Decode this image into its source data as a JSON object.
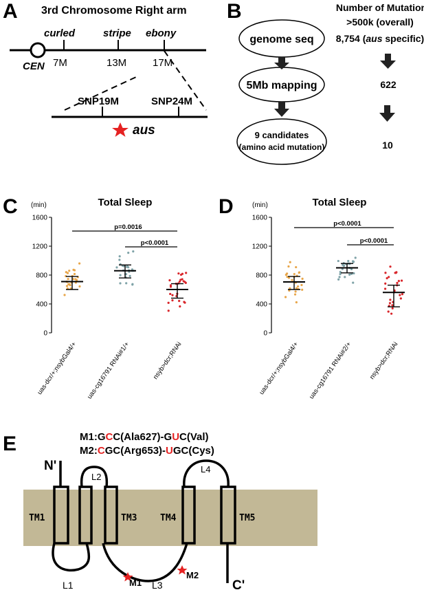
{
  "panelA": {
    "letter": "A",
    "title": "3rd Chromosome Right arm",
    "cen_label": "CEN",
    "genes": [
      {
        "name": "curled",
        "pos": "7M"
      },
      {
        "name": "stripe",
        "pos": "13M"
      },
      {
        "name": "ebony",
        "pos": "17M"
      }
    ],
    "snps": [
      "SNP19M",
      "SNP24M"
    ],
    "gene_label": "aus"
  },
  "panelB": {
    "letter": "B",
    "header": "Number of Mutation",
    "steps": [
      "genome seq",
      "5Mb mapping",
      "9 candidates"
    ],
    "step3_sub": "(amino acid mutation)",
    "count1": ">500k (overall)",
    "count1b_pre": "8,754 (",
    "count1b_it": "aus",
    "count1b_post": " specific)",
    "count2": "622",
    "count3": "10"
  },
  "chart_data": [
    {
      "panel": "C",
      "type": "scatter",
      "title": "Total Sleep",
      "ylabel": "(min)",
      "ylim": [
        0,
        1600
      ],
      "yticks": [
        "0",
        "400",
        "800",
        "1200",
        "1600"
      ],
      "categories": [
        "uas-dcr/+;nsybGal4/+",
        "uas-cg16791 RNAi#1/+",
        "nsyb>dcr;RNAi"
      ],
      "means": [
        710,
        860,
        600
      ],
      "sd_low": [
        600,
        760,
        480
      ],
      "sd_high": [
        780,
        940,
        680
      ],
      "colors": [
        "#e8a64a",
        "#7fa3a8",
        "#d9262b"
      ],
      "p_values": [
        "p=0.0016",
        "p<0.0001"
      ]
    },
    {
      "panel": "D",
      "type": "scatter",
      "title": "Total Sleep",
      "ylabel": "(min)",
      "ylim": [
        0,
        1600
      ],
      "yticks": [
        "0",
        "400",
        "800",
        "1200",
        "1600"
      ],
      "categories": [
        "uas-dcr/+;nsybGal4/+",
        "uas-cg16791 RNAi#2/+",
        "nsyb>dcr;RNAi"
      ],
      "means": [
        705,
        900,
        560
      ],
      "sd_low": [
        600,
        830,
        360
      ],
      "sd_high": [
        780,
        960,
        660
      ],
      "colors": [
        "#e8a64a",
        "#7fa3a8",
        "#d9262b"
      ],
      "p_values": [
        "p<0.0001",
        "p<0.0001"
      ]
    }
  ],
  "panelE": {
    "letter": "E",
    "m1": {
      "pre": "M1:G",
      "red1": "C",
      "mid": "C(Ala627)-G",
      "red2": "U",
      "post": "C(Val)"
    },
    "m2": {
      "pre": "M2:",
      "red1": "C",
      "mid": "GC(Arg653)-",
      "red2": "U",
      "post": "GC(Cys)"
    },
    "n_label": "N'",
    "c_label": "C'",
    "tm_labels": [
      "TM1",
      "TM3",
      "TM4",
      "TM5"
    ],
    "loop_labels": [
      "L1",
      "L2",
      "L3",
      "L4"
    ],
    "mut_labels": [
      "M1",
      "M2"
    ],
    "membrane_color": "#c2b896"
  }
}
